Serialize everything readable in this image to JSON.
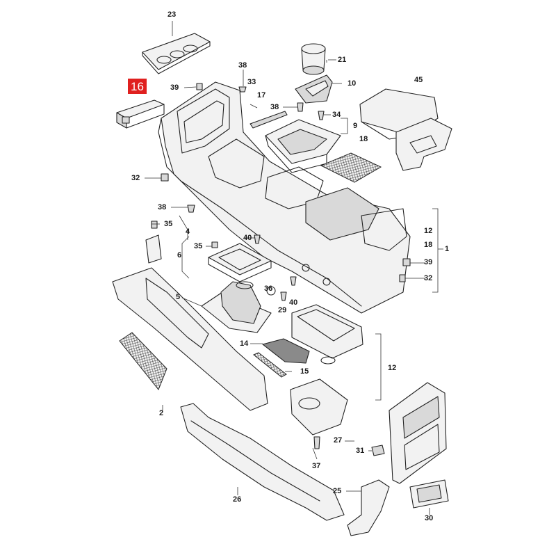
{
  "diagram": {
    "highlight_color": "#e0201f",
    "callouts": [
      {
        "id": "c23",
        "label": "23"
      },
      {
        "id": "c16",
        "label": "16",
        "highlight": true
      },
      {
        "id": "c39a",
        "label": "39"
      },
      {
        "id": "c38a",
        "label": "38"
      },
      {
        "id": "c33",
        "label": "33"
      },
      {
        "id": "c17",
        "label": "17"
      },
      {
        "id": "c21",
        "label": "21"
      },
      {
        "id": "c10",
        "label": "10"
      },
      {
        "id": "c45",
        "label": "45"
      },
      {
        "id": "c38b",
        "label": "38"
      },
      {
        "id": "c34",
        "label": "34"
      },
      {
        "id": "c9",
        "label": "9"
      },
      {
        "id": "c18a",
        "label": "18"
      },
      {
        "id": "c32a",
        "label": "32"
      },
      {
        "id": "c38c",
        "label": "38"
      },
      {
        "id": "c35a",
        "label": "35"
      },
      {
        "id": "c4",
        "label": "4"
      },
      {
        "id": "c40a",
        "label": "40"
      },
      {
        "id": "c35b",
        "label": "35"
      },
      {
        "id": "c6",
        "label": "6"
      },
      {
        "id": "c12a",
        "label": "12"
      },
      {
        "id": "c18b",
        "label": "18"
      },
      {
        "id": "c1",
        "label": "1"
      },
      {
        "id": "c39b",
        "label": "39"
      },
      {
        "id": "c32b",
        "label": "32"
      },
      {
        "id": "c5",
        "label": "5"
      },
      {
        "id": "c36",
        "label": "36"
      },
      {
        "id": "c29",
        "label": "29"
      },
      {
        "id": "c40b",
        "label": "40"
      },
      {
        "id": "c14",
        "label": "14"
      },
      {
        "id": "c15",
        "label": "15"
      },
      {
        "id": "c12b",
        "label": "12"
      },
      {
        "id": "c2",
        "label": "2"
      },
      {
        "id": "c27",
        "label": "27"
      },
      {
        "id": "c31",
        "label": "31"
      },
      {
        "id": "c37",
        "label": "37"
      },
      {
        "id": "c26",
        "label": "26"
      },
      {
        "id": "c25",
        "label": "25"
      },
      {
        "id": "c30",
        "label": "30"
      }
    ]
  }
}
